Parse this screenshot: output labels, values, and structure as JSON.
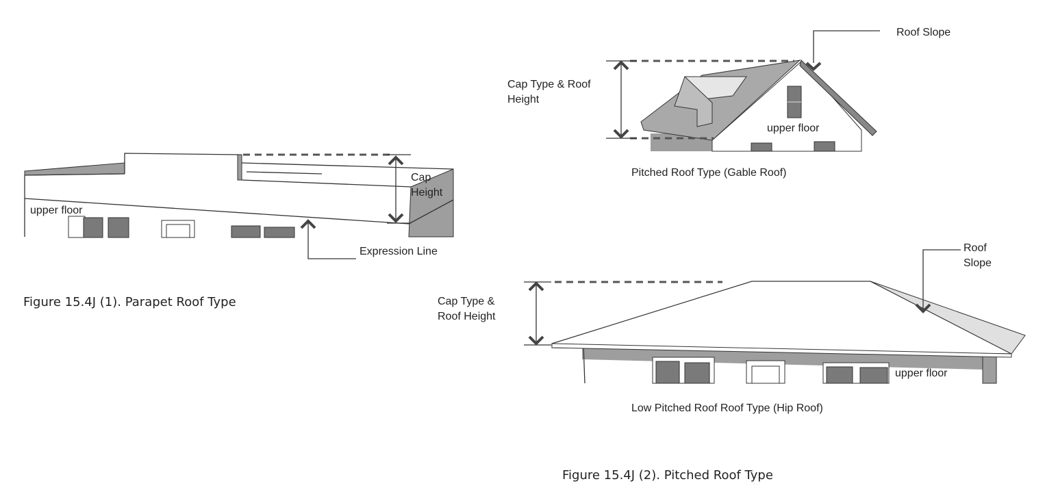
{
  "figure1": {
    "caption": "Figure 15.4J (1). Parapet Roof Type",
    "labels": {
      "cap_height_line1": "Cap",
      "cap_height_line2": "Height",
      "upper_floor": "upper floor",
      "expression_line": "Expression Line"
    }
  },
  "figure2": {
    "caption": "Figure 15.4J (2). Pitched Roof Type",
    "gable": {
      "subtitle": "Pitched Roof Type (Gable Roof)",
      "roof_slope": "Roof Slope",
      "cap_type_line1": "Cap Type & Roof",
      "cap_type_line2": "Height",
      "upper_floor": "upper floor"
    },
    "hip": {
      "subtitle": "Low Pitched Roof Roof Type (Hip Roof)",
      "roof_slope_line1": "Roof",
      "roof_slope_line2": "Slope",
      "cap_type_line1": "Cap Type &",
      "cap_type_line2": "Roof Height",
      "upper_floor": "upper floor"
    }
  },
  "colors": {
    "wall_shade": "#9e9e9e",
    "roof_gray": "#a9a9a9",
    "window_fill": "#7a7a7a",
    "light_face": "#e6e6e6",
    "text": "#222222"
  }
}
